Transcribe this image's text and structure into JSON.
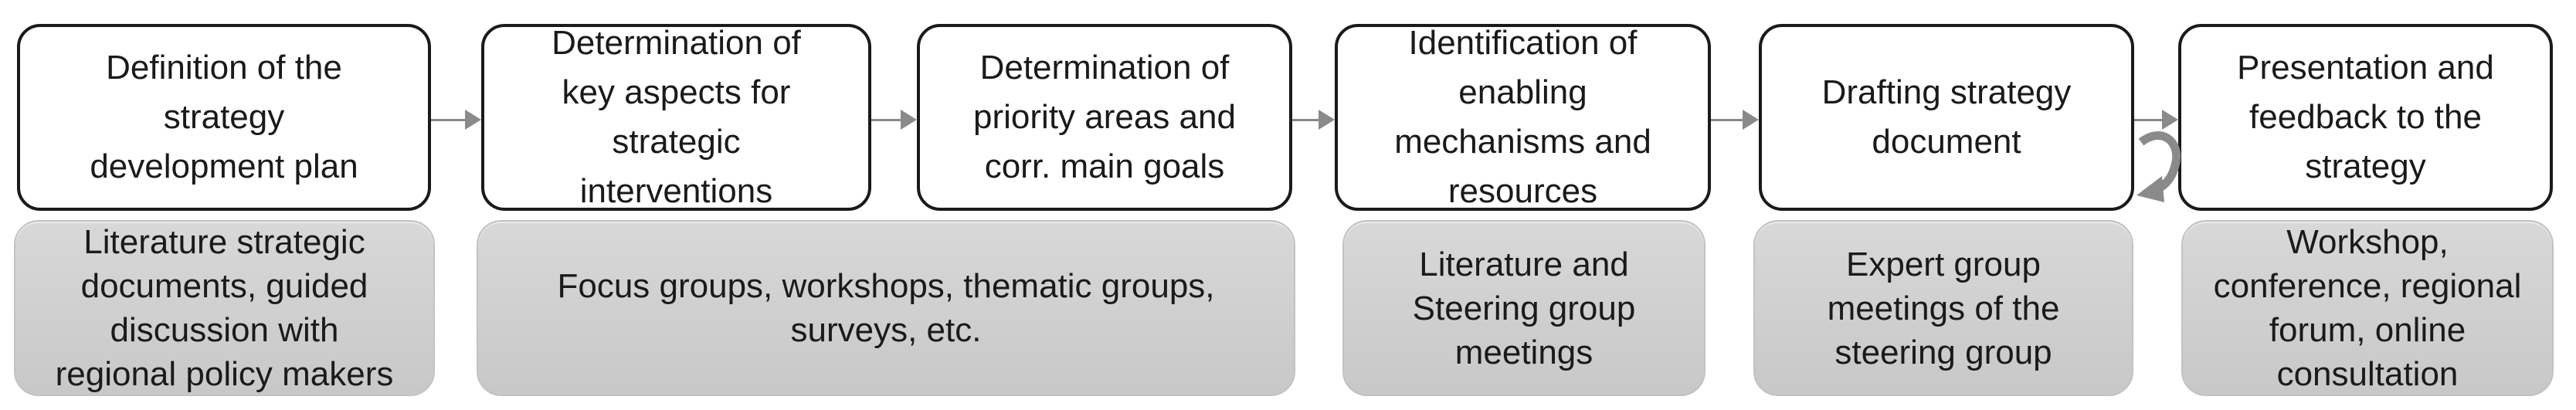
{
  "diagram": {
    "stages": [
      {
        "title": "Definition of the\nstrategy\ndevelopment plan"
      },
      {
        "title": "Determination of\nkey aspects for\nstrategic\ninterventions"
      },
      {
        "title": "Determination of\npriority areas and\ncorr. main goals"
      },
      {
        "title": "Identification of\nenabling\nmechanisms and\nresources"
      },
      {
        "title": "Drafting strategy\ndocument"
      },
      {
        "title": "Presentation and\nfeedback to the\nstrategy"
      }
    ],
    "methods": [
      {
        "text": "Literature strategic\ndocuments, guided\ndiscussion with\nregional policy makers"
      },
      {
        "text": "Focus groups, workshops, thematic groups,\nsurveys, etc."
      },
      {
        "text": "Literature and\nSteering group\nmeetings"
      },
      {
        "text": "Expert group\nmeetings of the\nsteering group"
      },
      {
        "text": "Workshop,\nconference, regional\nforum, online\nconsultation"
      }
    ],
    "colors": {
      "stage_border": "#1a1a1a",
      "stage_fill": "#ffffff",
      "method_fill_top": "#d8d8d8",
      "method_fill_bottom": "#c8c8c8",
      "method_border": "#c2c2c2",
      "arrow": "#8a8a8a",
      "text": "#1a1a1a"
    }
  }
}
